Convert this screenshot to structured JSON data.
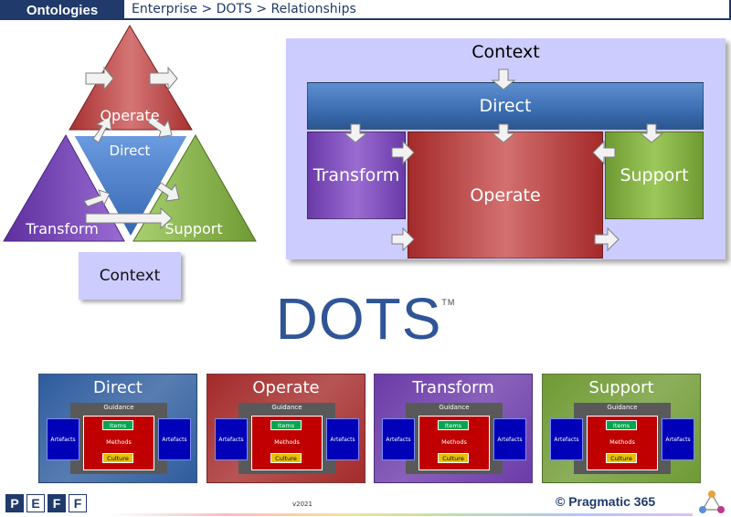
{
  "header": {
    "section": "Ontologies",
    "breadcrumb": "Enterprise > DOTS > Relationships"
  },
  "triangle": {
    "operate": "Operate",
    "direct": "Direct",
    "transform": "Transform",
    "support": "Support",
    "context": "Context"
  },
  "context_diagram": {
    "title": "Context",
    "direct": "Direct",
    "transform": "Transform",
    "operate": "Operate",
    "support": "Support"
  },
  "dots": {
    "title": "DOTS",
    "tm": "TM"
  },
  "cards": [
    {
      "title": "Direct",
      "color": "#2e5c9e"
    },
    {
      "title": "Operate",
      "color": "#a42a2a"
    },
    {
      "title": "Transform",
      "color": "#6b3aa8"
    },
    {
      "title": "Support",
      "color": "#6f9a33"
    }
  ],
  "card_labels": {
    "guidance": "Guidance",
    "items": "Items",
    "methods": "Methods",
    "culture": "Culture",
    "artefacts": "Artefacts"
  },
  "footer": {
    "logo_letters": [
      "P",
      "E",
      "F",
      "F"
    ],
    "version": "v2021",
    "brand": "© Pragmatic 365"
  }
}
